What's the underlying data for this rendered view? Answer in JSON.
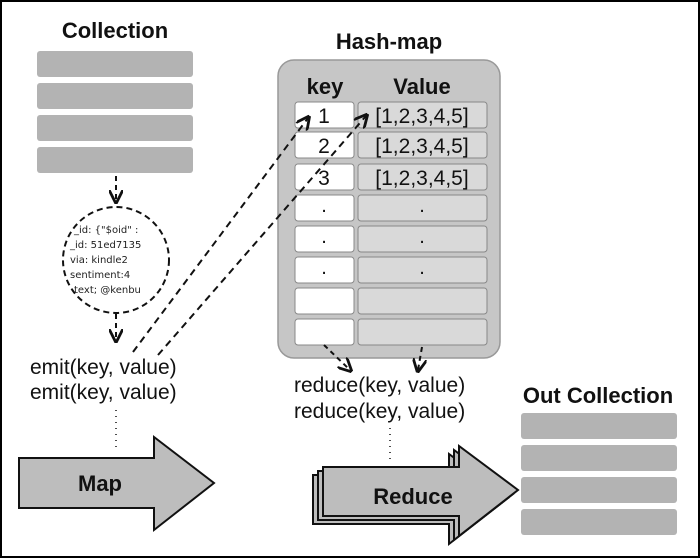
{
  "titles": {
    "collection": "Collection",
    "hashmap": "Hash-map",
    "out_collection": "Out Collection"
  },
  "hashmap": {
    "key_header": "key",
    "value_header": "Value",
    "rows": [
      {
        "key": "1",
        "value": "[1,2,3,4,5]"
      },
      {
        "key": "2",
        "value": "[1,2,3,4,5]"
      },
      {
        "key": "3",
        "value": "[1,2,3,4,5]"
      },
      {
        "key": ".",
        "value": "."
      },
      {
        "key": ".",
        "value": "."
      },
      {
        "key": ".",
        "value": "."
      },
      {
        "key": "",
        "value": ""
      },
      {
        "key": "",
        "value": ""
      }
    ]
  },
  "document_lines": [
    "_id: {\"$oid\" :",
    "_id: 51ed7135",
    "via: kindle2",
    "sentiment:4",
    "text; @kenbu"
  ],
  "emit_lines": [
    "emit(key, value)",
    "emit(key, value)"
  ],
  "reduce_lines": [
    "reduce(key, value)",
    "reduce(key, value)"
  ],
  "arrows": {
    "map": "Map",
    "reduce": "Reduce"
  },
  "colors": {
    "bar_fill": "#b3b3b3",
    "hashmap_bg": "#c6c6c6",
    "cell_fill": "#d9d9d9",
    "arrow_fill": "#bdbdbd",
    "border": "#000000"
  }
}
